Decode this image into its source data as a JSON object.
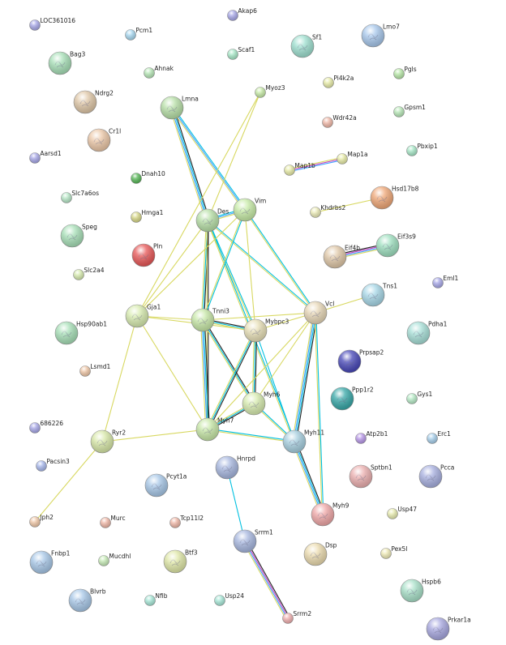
{
  "nodes": [
    {
      "id": "LOC361016",
      "label": "LOC361016",
      "color": "#a8a8e8",
      "size": "small",
      "lp": "r"
    },
    {
      "id": "Akap6",
      "label": "Akap6",
      "color": "#a8a8e8",
      "size": "small",
      "lp": "r"
    },
    {
      "id": "Pcm1",
      "label": "Pcm1",
      "color": "#a8d8f0",
      "size": "small",
      "lp": "r"
    },
    {
      "id": "Sf1",
      "label": "Sf1",
      "color": "#9fe0d0",
      "size": "large",
      "lp": "r"
    },
    {
      "id": "Lmo7",
      "label": "Lmo7",
      "color": "#a8c8ec",
      "size": "large",
      "lp": "r"
    },
    {
      "id": "Scaf1",
      "label": "Scaf1",
      "color": "#a8e8c8",
      "size": "small",
      "lp": "r"
    },
    {
      "id": "Bag3",
      "label": "Bag3",
      "color": "#a8e0b8",
      "size": "large",
      "lp": "r"
    },
    {
      "id": "Ahnak",
      "label": "Ahnak",
      "color": "#b8e8b8",
      "size": "small",
      "lp": "r"
    },
    {
      "id": "Pi4k2a",
      "label": "Pi4k2a",
      "color": "#e8eca8",
      "size": "small",
      "lp": "r"
    },
    {
      "id": "Pgls",
      "label": "Pgls",
      "color": "#b8e8a8",
      "size": "small",
      "lp": "r"
    },
    {
      "id": "Myoz3",
      "label": "Myoz3",
      "color": "#c8eca8",
      "size": "small",
      "lp": "r"
    },
    {
      "id": "Ndrg2",
      "label": "Ndrg2",
      "color": "#e0c8a8",
      "size": "large",
      "lp": "r"
    },
    {
      "id": "Lmna",
      "label": "Lmna",
      "color": "#b8e0a8",
      "size": "large",
      "lp": "r"
    },
    {
      "id": "Wdr42a",
      "label": "Wdr42a",
      "color": "#f0b8a8",
      "size": "small",
      "lp": "r"
    },
    {
      "id": "Gpsm1",
      "label": "Gpsm1",
      "color": "#b8e8b8",
      "size": "small",
      "lp": "r"
    },
    {
      "id": "Cr1l",
      "label": "Cr1l",
      "color": "#ecc8a8",
      "size": "large",
      "lp": "r"
    },
    {
      "id": "Aarsd1",
      "label": "Aarsd1",
      "color": "#a8a8e8",
      "size": "small",
      "lp": "r"
    },
    {
      "id": "Map1a",
      "label": "Map1a",
      "color": "#e8eca8",
      "size": "small",
      "lp": "r"
    },
    {
      "id": "Pbxip1",
      "label": "Pbxip1",
      "color": "#a8e8c8",
      "size": "small",
      "lp": "r"
    },
    {
      "id": "Map1b",
      "label": "Map1b",
      "color": "#e8eca8",
      "size": "small",
      "lp": "r"
    },
    {
      "id": "Dnah10",
      "label": "Dnah10",
      "color": "#58b858",
      "size": "small",
      "lp": "r"
    },
    {
      "id": "Hsd17b8",
      "label": "Hsd17b8",
      "color": "#f0a878",
      "size": "large",
      "lp": "r"
    },
    {
      "id": "Slc7a6os",
      "label": "Slc7a6os",
      "color": "#b8e8c8",
      "size": "small",
      "lp": "r"
    },
    {
      "id": "Des",
      "label": "Des",
      "color": "#b8e0a8",
      "size": "large",
      "lp": "r"
    },
    {
      "id": "Vim",
      "label": "Vim",
      "color": "#c8eca8",
      "size": "large",
      "lp": "r"
    },
    {
      "id": "Khdrbs2",
      "label": "Khdrbs2",
      "color": "#ecec b8",
      "size": "small",
      "lp": "r"
    },
    {
      "id": "Hmga1",
      "label": "Hmga1",
      "color": "#d8d888",
      "size": "small",
      "lp": "r"
    },
    {
      "id": "Speg",
      "label": "Speg",
      "color": "#a8e0b8",
      "size": "large",
      "lp": "r"
    },
    {
      "id": "Eif3s9",
      "label": "Eif3s9",
      "color": "#9fe0c0",
      "size": "large",
      "lp": "r"
    },
    {
      "id": "Pln",
      "label": "Pln",
      "color": "#e85858",
      "size": "large",
      "lp": "r"
    },
    {
      "id": "Eif4b",
      "label": "Eif4b",
      "color": "#e0c8a8",
      "size": "large",
      "lp": "r"
    },
    {
      "id": "Slc2a4",
      "label": "Slc2a4",
      "color": "#d8ecb0",
      "size": "small",
      "lp": "r"
    },
    {
      "id": "Eml1",
      "label": "Eml1",
      "color": "#a8a8e8",
      "size": "small",
      "lp": "r"
    },
    {
      "id": "Tns1",
      "label": "Tns1",
      "color": "#a8d8e8",
      "size": "large",
      "lp": "r"
    },
    {
      "id": "Gja1",
      "label": "Gja1",
      "color": "#d8ecb0",
      "size": "large",
      "lp": "r"
    },
    {
      "id": "Tnni3",
      "label": "Tnni3",
      "color": "#c8e8a8",
      "size": "large",
      "lp": "r"
    },
    {
      "id": "Vcl",
      "label": "Vcl",
      "color": "#e8d8b8",
      "size": "large",
      "lp": "r"
    },
    {
      "id": "Hsp90ab1",
      "label": "Hsp90ab1",
      "color": "#a8e0b8",
      "size": "large",
      "lp": "r"
    },
    {
      "id": "Mybpc3",
      "label": "Mybpc3",
      "color": "#e8e0b8",
      "size": "large",
      "lp": "r"
    },
    {
      "id": "Pdha1",
      "label": "Pdha1",
      "color": "#a8e0d8",
      "size": "large",
      "lp": "r"
    },
    {
      "id": "Prpsap2",
      "label": "Prpsap2",
      "color": "#4848b8",
      "size": "large",
      "lp": "r"
    },
    {
      "id": "Lsmd1",
      "label": "Lsmd1",
      "color": "#f0c8a8",
      "size": "small",
      "lp": "r"
    },
    {
      "id": "Ppp1r2",
      "label": "Ppp1r2",
      "color": "#38a8a8",
      "size": "large",
      "lp": "r"
    },
    {
      "id": "Gys1",
      "label": "Gys1",
      "color": "#b8ecc8",
      "size": "small",
      "lp": "r"
    },
    {
      "id": "Myh6",
      "label": "Myh6",
      "color": "#d8ecb0",
      "size": "large",
      "lp": "r"
    },
    {
      "id": "686226",
      "label": "686226",
      "color": "#a8a8e8",
      "size": "small",
      "lp": "r"
    },
    {
      "id": "Myh7",
      "label": "Myh7",
      "color": "#c8e8a8",
      "size": "large",
      "lp": "r"
    },
    {
      "id": "Ryr2",
      "label": "Ryr2",
      "color": "#d8e8a8",
      "size": "large",
      "lp": "r"
    },
    {
      "id": "Myh11",
      "label": "Myh11",
      "color": "#a8d0e0",
      "size": "large",
      "lp": "r"
    },
    {
      "id": "Atp2b1",
      "label": "Atp2b1",
      "color": "#b898e8",
      "size": "small",
      "lp": "r"
    },
    {
      "id": "Erc1",
      "label": "Erc1",
      "color": "#a8d0ec",
      "size": "small",
      "lp": "r"
    },
    {
      "id": "Hnrpd",
      "label": "Hnrpd",
      "color": "#a8b8e0",
      "size": "large",
      "lp": "r"
    },
    {
      "id": "Pacsin3",
      "label": "Pacsin3",
      "color": "#a8b8ec",
      "size": "small",
      "lp": "r"
    },
    {
      "id": "Pcyt1a",
      "label": "Pcyt1a",
      "color": "#a8c8e8",
      "size": "large",
      "lp": "r"
    },
    {
      "id": "Sptbn1",
      "label": "Sptbn1",
      "color": "#ecb0b0",
      "size": "large",
      "lp": "r"
    },
    {
      "id": "Pcca",
      "label": "Pcca",
      "color": "#a8b0e0",
      "size": "large",
      "lp": "r"
    },
    {
      "id": "Usp47",
      "label": "Usp47",
      "color": "#e8ecb0",
      "size": "small",
      "lp": "r"
    },
    {
      "id": "Jph2",
      "label": "Jph2",
      "color": "#f0c8a8",
      "size": "small",
      "lp": "r"
    },
    {
      "id": "Murc",
      "label": "Murc",
      "color": "#f0b8a8",
      "size": "small",
      "lp": "r"
    },
    {
      "id": "Tcp11l2",
      "label": "Tcp11l2",
      "color": "#f0b8a8",
      "size": "small",
      "lp": "r"
    },
    {
      "id": "Myh9",
      "label": "Myh9",
      "color": "#f0a8a8",
      "size": "large",
      "lp": "r"
    },
    {
      "id": "Srrm1",
      "label": "Srrm1",
      "color": "#a8b8e0",
      "size": "large",
      "lp": "r"
    },
    {
      "id": "Pex5l",
      "label": "Pex5l",
      "color": "#f0ecb8",
      "size": "small",
      "lp": "r"
    },
    {
      "id": "Fnbp1",
      "label": "Fnbp1",
      "color": "#a8c8e8",
      "size": "large",
      "lp": "r"
    },
    {
      "id": "Mucdhl",
      "label": "Mucdhl",
      "color": "#c8ecb8",
      "size": "small",
      "lp": "r"
    },
    {
      "id": "Btf3",
      "label": "Btf3",
      "color": "#e0e8a8",
      "size": "large",
      "lp": "r"
    },
    {
      "id": "Dsp",
      "label": "Dsp",
      "color": "#ecdcb0",
      "size": "large",
      "lp": "r"
    },
    {
      "id": "Hspb6",
      "label": "Hspb6",
      "color": "#a8e0c8",
      "size": "large",
      "lp": "r"
    },
    {
      "id": "Blvrb",
      "label": "Blvrb",
      "color": "#a8c8e8",
      "size": "large",
      "lp": "r"
    },
    {
      "id": "Nfib",
      "label": "Nfib",
      "color": "#a8e8d8",
      "size": "small",
      "lp": "r"
    },
    {
      "id": "Usp24",
      "label": "Usp24",
      "color": "#a8e8d8",
      "size": "small",
      "lp": "r"
    },
    {
      "id": "Srrm2",
      "label": "Srrm2",
      "color": "#f0b0b0",
      "size": "small",
      "lp": "r"
    },
    {
      "id": "Prkar1a",
      "label": "Prkar1a",
      "color": "#a8a8e0",
      "size": "large",
      "lp": "r"
    }
  ],
  "edges": [
    {
      "a": "Lmna",
      "b": "Des",
      "colors": [
        "#222222",
        "#00c0e0",
        "#40a0ff",
        "#d8d860"
      ]
    },
    {
      "a": "Lmna",
      "b": "Vim",
      "colors": [
        "#00c0e0",
        "#40a0ff",
        "#d8d860"
      ]
    },
    {
      "a": "Myoz3",
      "b": "Des",
      "colors": [
        "#d8d860"
      ]
    },
    {
      "a": "Myoz3",
      "b": "Gja1",
      "colors": [
        "#d8d860"
      ]
    },
    {
      "a": "Des",
      "b": "Vim",
      "colors": [
        "#00c0e0",
        "#40a0ff",
        "#d8d860"
      ]
    },
    {
      "a": "Des",
      "b": "Tnni3",
      "colors": [
        "#222222",
        "#00c0e0",
        "#d8d860"
      ]
    },
    {
      "a": "Des",
      "b": "Gja1",
      "colors": [
        "#d8d860"
      ]
    },
    {
      "a": "Des",
      "b": "Mybpc3",
      "colors": [
        "#00c0e0",
        "#d8d860"
      ]
    },
    {
      "a": "Des",
      "b": "Myh7",
      "colors": [
        "#222222",
        "#d8d860"
      ]
    },
    {
      "a": "Des",
      "b": "Vcl",
      "colors": [
        "#00c0e0",
        "#d8d860"
      ]
    },
    {
      "a": "Des",
      "b": "Myh11",
      "colors": [
        "#00c0e0",
        "#d8d860"
      ]
    },
    {
      "a": "Vim",
      "b": "Tnni3",
      "colors": [
        "#00c0e0",
        "#d8d860"
      ]
    },
    {
      "a": "Vim",
      "b": "Gja1",
      "colors": [
        "#d8d860"
      ]
    },
    {
      "a": "Vim",
      "b": "Vcl",
      "colors": [
        "#00c0e0",
        "#d8d860"
      ]
    },
    {
      "a": "Vim",
      "b": "Mybpc3",
      "colors": [
        "#d8d860"
      ]
    },
    {
      "a": "Map1b",
      "b": "Map1a",
      "colors": [
        "#d8d860",
        "#c040c0",
        "#40a0ff"
      ]
    },
    {
      "a": "Khdrbs2",
      "b": "Hsd17b8",
      "colors": [
        "#d8d860"
      ]
    },
    {
      "a": "Eif4b",
      "b": "Eif3s9",
      "colors": [
        "#222222",
        "#c040c0",
        "#40a0ff",
        "#d8d860"
      ]
    },
    {
      "a": "Gja1",
      "b": "Tnni3",
      "colors": [
        "#d8d860"
      ]
    },
    {
      "a": "Gja1",
      "b": "Mybpc3",
      "colors": [
        "#d8d860"
      ]
    },
    {
      "a": "Gja1",
      "b": "Ryr2",
      "colors": [
        "#d8d860"
      ]
    },
    {
      "a": "Gja1",
      "b": "Myh7",
      "colors": [
        "#d8d860"
      ]
    },
    {
      "a": "Tnni3",
      "b": "Mybpc3",
      "colors": [
        "#222222",
        "#00c0e0",
        "#d8d860"
      ]
    },
    {
      "a": "Tnni3",
      "b": "Myh7",
      "colors": [
        "#222222",
        "#00c0e0",
        "#40a0ff",
        "#d8d860"
      ]
    },
    {
      "a": "Tnni3",
      "b": "Myh6",
      "colors": [
        "#222222",
        "#00c0e0",
        "#d8d860"
      ]
    },
    {
      "a": "Tnni3",
      "b": "Vcl",
      "colors": [
        "#d8d860"
      ]
    },
    {
      "a": "Mybpc3",
      "b": "Myh7",
      "colors": [
        "#222222",
        "#00c0e0",
        "#d8d860"
      ]
    },
    {
      "a": "Mybpc3",
      "b": "Myh6",
      "colors": [
        "#222222",
        "#00c0e0",
        "#d8d860"
      ]
    },
    {
      "a": "Mybpc3",
      "b": "Vcl",
      "colors": [
        "#d8d860"
      ]
    },
    {
      "a": "Mybpc3",
      "b": "Myh11",
      "colors": [
        "#00c0e0"
      ]
    },
    {
      "a": "Vcl",
      "b": "Tns1",
      "colors": [
        "#d8d860"
      ]
    },
    {
      "a": "Vcl",
      "b": "Myh11",
      "colors": [
        "#222222",
        "#00c0e0",
        "#40a0ff",
        "#d8d860"
      ]
    },
    {
      "a": "Vcl",
      "b": "Myh7",
      "colors": [
        "#d8d860"
      ]
    },
    {
      "a": "Vcl",
      "b": "Myh6",
      "colors": [
        "#d8d860"
      ]
    },
    {
      "a": "Vcl",
      "b": "Myh9",
      "colors": [
        "#00c0e0",
        "#d8d860"
      ]
    },
    {
      "a": "Myh6",
      "b": "Myh7",
      "colors": [
        "#222222",
        "#00c0e0",
        "#d8d860"
      ]
    },
    {
      "a": "Myh6",
      "b": "Myh11",
      "colors": [
        "#00c0e0",
        "#d8d860"
      ]
    },
    {
      "a": "Myh7",
      "b": "Ryr2",
      "colors": [
        "#d8d860"
      ]
    },
    {
      "a": "Myh7",
      "b": "Myh11",
      "colors": [
        "#00c0e0",
        "#d8d860"
      ]
    },
    {
      "a": "Ryr2",
      "b": "Jph2",
      "colors": [
        "#d8d860"
      ]
    },
    {
      "a": "Myh11",
      "b": "Myh9",
      "colors": [
        "#222222",
        "#00c0e0",
        "#40a0ff",
        "#d8d860"
      ]
    },
    {
      "a": "Hnrpd",
      "b": "Srrm1",
      "colors": [
        "#00c0e0"
      ]
    },
    {
      "a": "Srrm1",
      "b": "Srrm2",
      "colors": [
        "#222222",
        "#c040c0",
        "#40a0ff",
        "#d8d860"
      ]
    }
  ]
}
